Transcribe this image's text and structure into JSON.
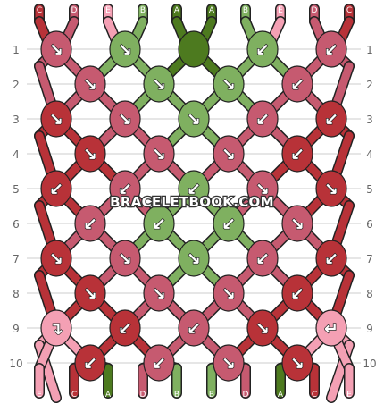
{
  "colors": {
    "A": "#4d7a1f",
    "B": "#7fb060",
    "C": "#b83238",
    "D": "#c65a70",
    "E": "#f4a0b4",
    "row_line": "#cccccc",
    "row_label": "#666666",
    "outline": "#222222"
  },
  "top_strings": [
    "C",
    "D",
    "E",
    "B",
    "A",
    "A",
    "B",
    "E",
    "D",
    "C"
  ],
  "bottom_strings": [
    "E",
    "C",
    "A",
    "D",
    "B",
    "B",
    "D",
    "A",
    "C",
    "E"
  ],
  "rows": [
    {
      "label": "1",
      "knots": [
        {
          "color": "D",
          "arrow": "↘"
        },
        {
          "color": "B",
          "arrow": "↘"
        },
        {
          "color": "A",
          "arrow": ""
        },
        {
          "color": "B",
          "arrow": "↙"
        },
        {
          "color": "D",
          "arrow": "↙"
        }
      ]
    },
    {
      "label": "2",
      "knots": [
        {
          "color": "D",
          "arrow": "↘"
        },
        {
          "color": "B",
          "arrow": "↘"
        },
        {
          "color": "B",
          "arrow": "↘"
        },
        {
          "color": "D",
          "arrow": "↙"
        }
      ]
    },
    {
      "label": "3",
      "knots": [
        {
          "color": "C",
          "arrow": "↘"
        },
        {
          "color": "D",
          "arrow": "↘"
        },
        {
          "color": "B",
          "arrow": "↘"
        },
        {
          "color": "D",
          "arrow": "↙"
        },
        {
          "color": "C",
          "arrow": "↙"
        }
      ]
    },
    {
      "label": "4",
      "knots": [
        {
          "color": "C",
          "arrow": "↘"
        },
        {
          "color": "D",
          "arrow": "↘"
        },
        {
          "color": "D",
          "arrow": "↘"
        },
        {
          "color": "C",
          "arrow": "↙"
        }
      ]
    },
    {
      "label": "5",
      "knots": [
        {
          "color": "C",
          "arrow": "↙"
        },
        {
          "color": "D",
          "arrow": "↙"
        },
        {
          "color": "B",
          "arrow": "↙"
        },
        {
          "color": "D",
          "arrow": "↘"
        },
        {
          "color": "C",
          "arrow": "↘"
        }
      ]
    },
    {
      "label": "6",
      "knots": [
        {
          "color": "D",
          "arrow": "↙"
        },
        {
          "color": "B",
          "arrow": "↙"
        },
        {
          "color": "B",
          "arrow": "↙"
        },
        {
          "color": "D",
          "arrow": "↘"
        }
      ]
    },
    {
      "label": "7",
      "knots": [
        {
          "color": "C",
          "arrow": "↘"
        },
        {
          "color": "D",
          "arrow": "↘"
        },
        {
          "color": "B",
          "arrow": "↘"
        },
        {
          "color": "D",
          "arrow": "↙"
        },
        {
          "color": "C",
          "arrow": "↙"
        }
      ]
    },
    {
      "label": "8",
      "knots": [
        {
          "color": "C",
          "arrow": "↘"
        },
        {
          "color": "D",
          "arrow": "↘"
        },
        {
          "color": "D",
          "arrow": "↘"
        },
        {
          "color": "C",
          "arrow": "↙"
        }
      ]
    },
    {
      "label": "9",
      "knots": [
        {
          "color": "E",
          "arrow": "↴"
        },
        {
          "color": "C",
          "arrow": "↙"
        },
        {
          "color": "D",
          "arrow": "↙"
        },
        {
          "color": "C",
          "arrow": "↘"
        },
        {
          "color": "E",
          "arrow": "↵"
        }
      ]
    },
    {
      "label": "10",
      "knots": [
        {
          "color": "C",
          "arrow": "↙"
        },
        {
          "color": "D",
          "arrow": "↙"
        },
        {
          "color": "D",
          "arrow": "↘"
        },
        {
          "color": "C",
          "arrow": "↘"
        }
      ]
    }
  ],
  "watermark": "BRACELETBOOK.COM"
}
